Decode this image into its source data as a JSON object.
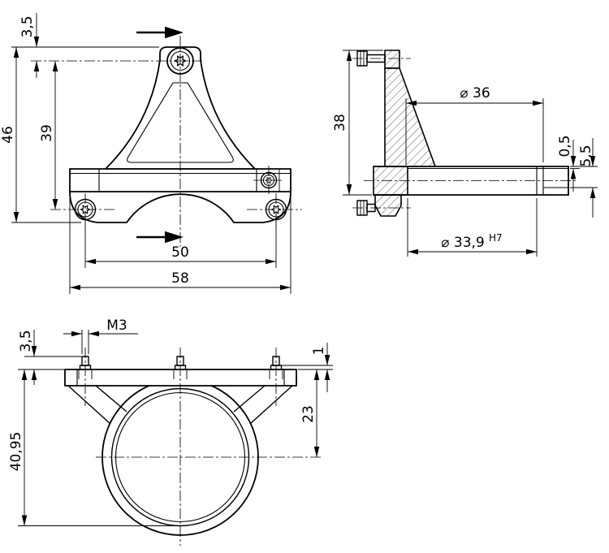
{
  "drawing": {
    "title": "clamp-bracket-three-view-drawing",
    "colors": {
      "background": "#ffffff",
      "line": "#000000"
    },
    "views": {
      "front": {
        "label": "front-view",
        "dims": {
          "head_offset": "3,5",
          "overall_height": "46",
          "screw_vertical_spacing": "39",
          "screw_horizontal_spacing": "50",
          "overall_width": "58"
        }
      },
      "side": {
        "label": "side-section-view",
        "dims": {
          "height": "38",
          "tube_outer_dia": "⌀ 36",
          "lip_step": "0,5",
          "flange_depth": "5,5",
          "bore_dia": "⌀ 33,9",
          "bore_tolerance": "H7"
        }
      },
      "bottom": {
        "label": "bottom-view",
        "dims": {
          "stud_protrusion": "3,5",
          "thread_size": "M3",
          "boss_height": "1",
          "axis_offset": "23",
          "overall_depth": "40,95"
        }
      }
    }
  }
}
